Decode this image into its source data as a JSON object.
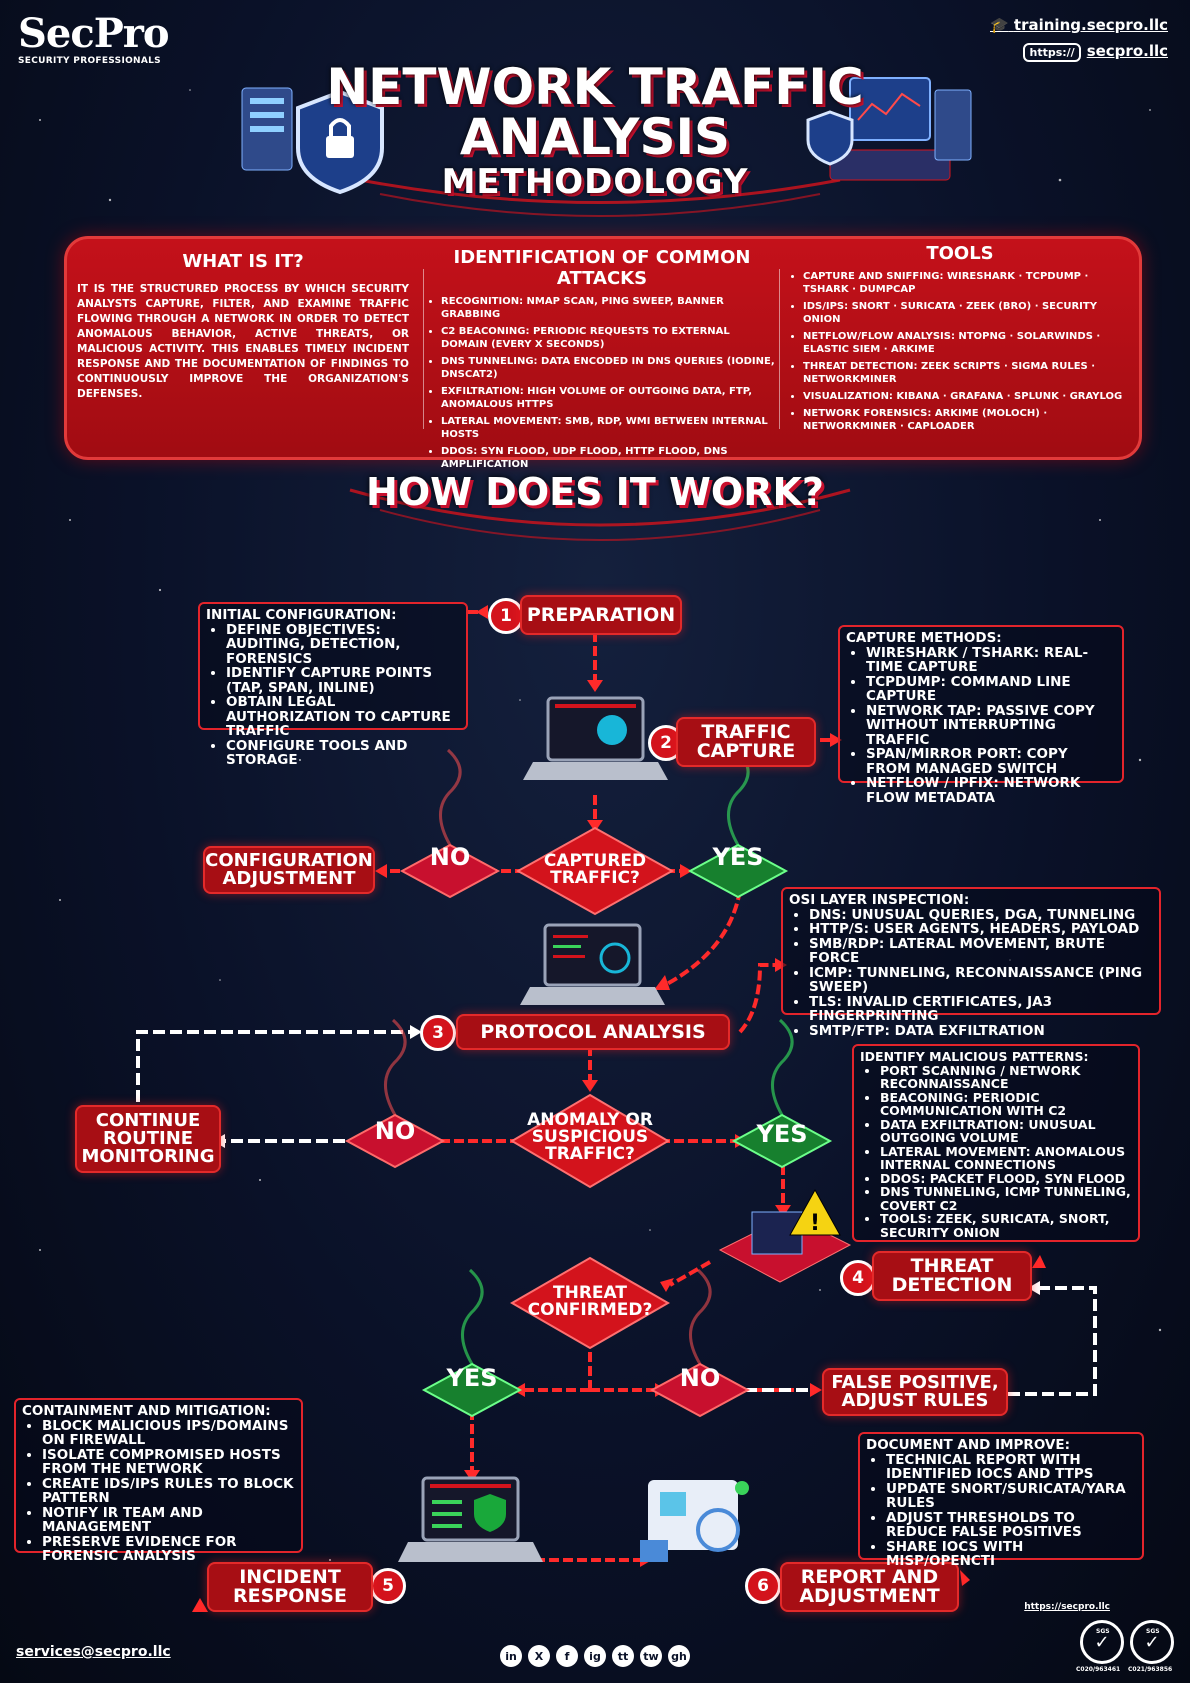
{
  "header": {
    "logo_text": "SecPro",
    "logo_sub": "SECURITY PROFESSIONALS",
    "link_training": "training.secpro.llc",
    "link_https": "https://",
    "link_main": "secpro.llc",
    "title_line1": "NETWORK TRAFFIC",
    "title_line2": "ANALYSIS",
    "title_line3": "METHODOLOGY"
  },
  "info": {
    "what_title": "WHAT IS IT?",
    "what_text": "IT IS THE STRUCTURED PROCESS BY WHICH SECURITY ANALYSTS CAPTURE, FILTER, AND EXAMINE TRAFFIC FLOWING THROUGH A NETWORK IN ORDER TO DETECT ANOMALOUS BEHAVIOR, ACTIVE THREATS, OR MALICIOUS ACTIVITY. THIS ENABLES TIMELY INCIDENT RESPONSE AND THE DOCUMENTATION OF FINDINGS TO CONTINUOUSLY IMPROVE THE ORGANIZATION'S DEFENSES.",
    "attacks_title": "IDENTIFICATION OF COMMON ATTACKS",
    "attacks": [
      "RECOGNITION: NMAP SCAN, PING SWEEP, BANNER GRABBING",
      "C2 BEACONING: PERIODIC REQUESTS TO EXTERNAL DOMAIN (EVERY X SECONDS)",
      "DNS TUNNELING: DATA ENCODED IN DNS QUERIES (IODINE, DNSCAT2)",
      "EXFILTRATION: HIGH VOLUME OF OUTGOING DATA, FTP, ANOMALOUS HTTPS",
      "LATERAL MOVEMENT: SMB, RDP, WMI BETWEEN INTERNAL HOSTS",
      "DDOS: SYN FLOOD, UDP FLOOD, HTTP FLOOD, DNS AMPLIFICATION"
    ],
    "tools_title": "TOOLS",
    "tools": [
      "CAPTURE AND SNIFFING: WIRESHARK · TCPDUMP · TSHARK · DUMPCAP",
      "IDS/IPS: SNORT · SURICATA · ZEEK (BRO) · SECURITY ONION",
      "NETFLOW/FLOW ANALYSIS: NTOPNG · SOLARWINDS · ELASTIC SIEM · ARKIME",
      "THREAT DETECTION: ZEEK SCRIPTS · SIGMA RULES · NETWORKMINER",
      "VISUALIZATION: KIBANA · GRAFANA · SPLUNK · GRAYLOG",
      "NETWORK FORENSICS: ARKIME (MOLOCH) · NETWORKMINER · CAPLOADER"
    ]
  },
  "how_title": "HOW DOES IT WORK?",
  "steps": {
    "s1_num": "1",
    "s1": "PREPARATION",
    "s2_num": "2",
    "s2": "TRAFFIC CAPTURE",
    "s3_num": "3",
    "s3": "PROTOCOL ANALYSIS",
    "s4_num": "4",
    "s4": "THREAT DETECTION",
    "s5_num": "5",
    "s5": "INCIDENT RESPONSE",
    "s6_num": "6",
    "s6": "REPORT AND ADJUSTMENT"
  },
  "decisions": {
    "d1": "CAPTURED TRAFFIC?",
    "d2": "ANOMALY OR SUSPICIOUS TRAFFIC?",
    "d3": "THREAT CONFIRMED?",
    "yes": "YES",
    "no": "NO",
    "config_adj": "CONFIGURATION ADJUSTMENT",
    "continue": "CONTINUE ROUTINE MONITORING",
    "false_pos": "FALSE POSITIVE, ADJUST RULES"
  },
  "boxes": {
    "prep_title": "INITIAL CONFIGURATION:",
    "prep": [
      "DEFINE OBJECTIVES: AUDITING, DETECTION, FORENSICS",
      "IDENTIFY CAPTURE POINTS (TAP, SPAN, INLINE)",
      "OBTAIN LEGAL AUTHORIZATION TO CAPTURE TRAFFIC",
      "CONFIGURE TOOLS AND STORAGE"
    ],
    "cap_title": "CAPTURE METHODS:",
    "cap": [
      "WIRESHARK / TSHARK: REAL-TIME CAPTURE",
      "TCPDUMP: COMMAND LINE CAPTURE",
      "NETWORK TAP: PASSIVE COPY WITHOUT INTERRUPTING TRAFFIC",
      "SPAN/MIRROR PORT: COPY FROM MANAGED SWITCH",
      "NETFLOW / IPFIX: NETWORK FLOW METADATA"
    ],
    "osi_title": "OSI LAYER INSPECTION:",
    "osi": [
      "DNS: UNUSUAL QUERIES, DGA, TUNNELING",
      "HTTP/S: USER AGENTS, HEADERS, PAYLOAD",
      "SMB/RDP: LATERAL MOVEMENT, BRUTE FORCE",
      "ICMP: TUNNELING, RECONNAISSANCE (PING SWEEP)",
      "TLS: INVALID CERTIFICATES, JA3 FINGERPRINTING",
      "SMTP/FTP: DATA EXFILTRATION"
    ],
    "mal_title": "IDENTIFY MALICIOUS PATTERNS:",
    "mal": [
      "PORT SCANNING / NETWORK RECONNAISSANCE",
      "BEACONING: PERIODIC COMMUNICATION WITH C2",
      "DATA EXFILTRATION: UNUSUAL OUTGOING VOLUME",
      "LATERAL MOVEMENT: ANOMALOUS INTERNAL CONNECTIONS",
      "DDOS: PACKET FLOOD, SYN FLOOD",
      "DNS TUNNELING, ICMP TUNNELING, COVERT C2",
      "TOOLS: ZEEK, SURICATA, SNORT, SECURITY ONION"
    ],
    "cont_title": "CONTAINMENT AND MITIGATION:",
    "cont": [
      "BLOCK MALICIOUS IPS/DOMAINS ON FIREWALL",
      "ISOLATE COMPROMISED HOSTS FROM THE NETWORK",
      "CREATE IDS/IPS RULES TO BLOCK PATTERN",
      "NOTIFY IR TEAM AND MANAGEMENT",
      "PRESERVE EVIDENCE FOR FORENSIC ANALYSIS"
    ],
    "doc_title": "DOCUMENT AND IMPROVE:",
    "doc": [
      "TECHNICAL REPORT WITH IDENTIFIED IOCS AND TTPS",
      "UPDATE SNORT/SURICATA/YARA RULES",
      "ADJUST THRESHOLDS TO REDUCE FALSE POSITIVES",
      "SHARE IOCS WITH MISP/OPENCTI"
    ]
  },
  "footer": {
    "email": "services@secpro.llc",
    "url": "https://secpro.llc",
    "social": [
      "in",
      "X",
      "f",
      "ig",
      "tt",
      "tw",
      "gh"
    ],
    "cert_label": "SGS",
    "cert1": "C020/963461",
    "cert2": "C021/963856"
  },
  "colors": {
    "accent": "#d3131c",
    "panel": "#b10f16",
    "yes": "#2bd14a",
    "bg": "#0a1128"
  }
}
